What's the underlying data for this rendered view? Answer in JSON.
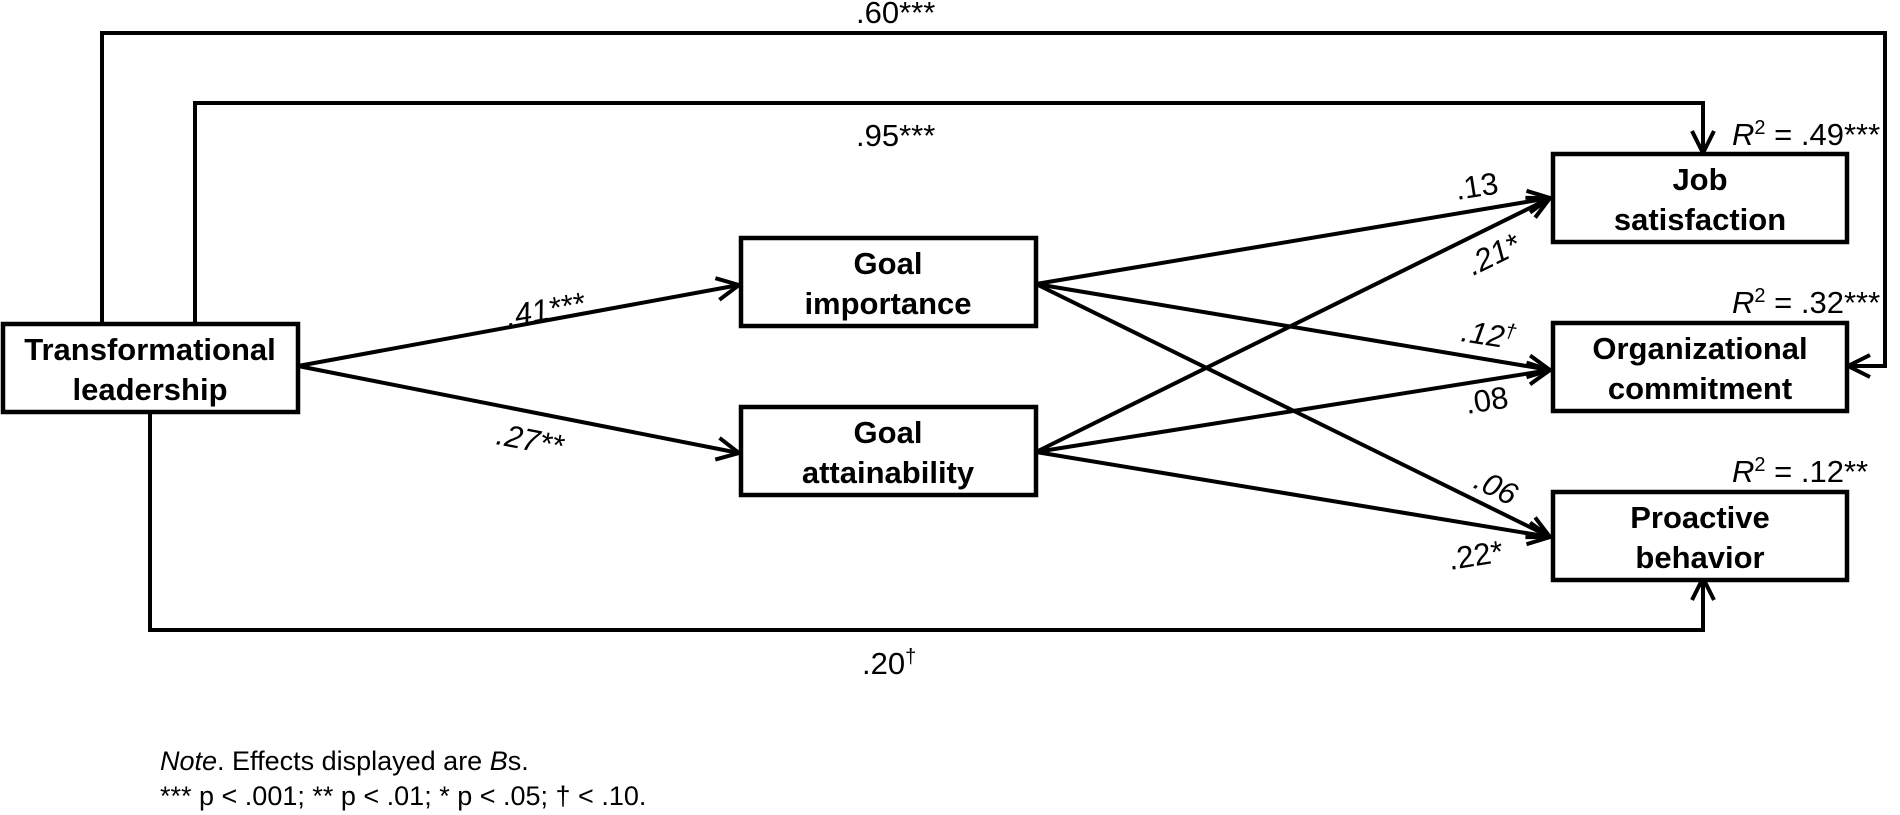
{
  "nodes": {
    "transformational_leadership": [
      "Transformational",
      "leadership"
    ],
    "goal_importance": [
      "Goal",
      "importance"
    ],
    "goal_attainability": [
      "Goal",
      "attainability"
    ],
    "job_satisfaction": [
      "Job",
      "satisfaction"
    ],
    "organizational_commitment": [
      "Organizational",
      "commitment"
    ],
    "proactive_behavior": [
      "Proactive",
      "behavior"
    ]
  },
  "paths": {
    "tl_to_oc": ".60***",
    "tl_to_js": ".95***",
    "tl_to_gi": ".41***",
    "tl_to_ga": ".27**",
    "tl_to_pb": ".20",
    "tl_to_pb_sup": "†",
    "gi_to_js": ".13",
    "ga_to_js": ".21*",
    "gi_to_oc": ".12",
    "gi_to_oc_sup": "†",
    "ga_to_oc": ".08",
    "gi_to_pb": ".06",
    "ga_to_pb": ".22*"
  },
  "r_squared": {
    "symbol": "R",
    "exponent": "2",
    "job_satisfaction": " = .49***",
    "organizational_commitment": " = .32***",
    "proactive_behavior": " = .12**"
  },
  "note": {
    "note_word": "Note",
    "line1_part1": ". Effects displayed are ",
    "b_word": "B",
    "line1_part2": "s.",
    "line2": "*** p < .001; ** p < .01; * p < .05; † < .10."
  }
}
